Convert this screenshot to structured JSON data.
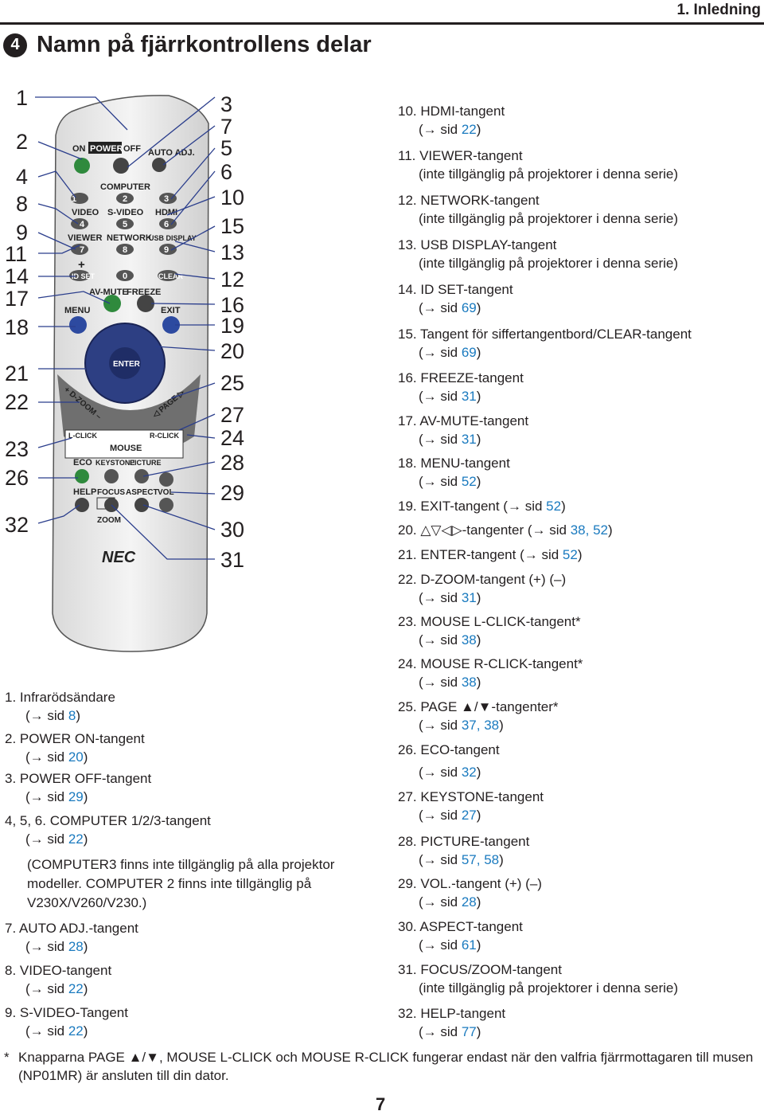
{
  "header": {
    "chapter": "1. Inledning"
  },
  "title": {
    "number": "4",
    "text": "Namn på fjärrkontrollens delar"
  },
  "callouts_left": [
    "1",
    "2",
    "4",
    "8",
    "9",
    "11",
    "14",
    "17",
    "18",
    "21",
    "22",
    "23",
    "26",
    "32"
  ],
  "callouts_right": [
    "3",
    "7",
    "5",
    "6",
    "10",
    "15",
    "13",
    "12",
    "16",
    "19",
    "20",
    "25",
    "27",
    "24",
    "28",
    "29",
    "30",
    "31"
  ],
  "remote": {
    "labels": {
      "on": "ON",
      "power": "POWER",
      "off": "OFF",
      "auto_adj": "AUTO ADJ.",
      "computer": "COMPUTER",
      "k1": "1",
      "k2": "2",
      "k3": "3",
      "video": "VIDEO",
      "svideo": "S-VIDEO",
      "hdmi": "HDMI",
      "k4": "4",
      "k5": "5",
      "k6": "6",
      "viewer": "VIEWER",
      "network": "NETWORK",
      "usb_display": "USB DISPLAY",
      "k7": "7",
      "k8": "8",
      "k9": "9",
      "plus": "+",
      "id_set": "ID SET",
      "k0": "0",
      "clear": "CLEAR",
      "av_mute": "AV-MUTE",
      "freeze": "FREEZE",
      "menu": "MENU",
      "exit": "EXIT",
      "enter": "ENTER",
      "dzoom": "+ D-ZOOM –",
      "page": "◁ PAGE ▷",
      "lclick": "L-CLICK",
      "rclick": "R-CLICK",
      "mouse": "MOUSE",
      "eco": "ECO",
      "keystone": "KEYSTONE",
      "picture": "PICTURE",
      "help": "HELP",
      "focus": "FOCUS",
      "aspect": "ASPECT",
      "vol": "VOL",
      "zoom": "ZOOM",
      "brand": "NEC"
    }
  },
  "left_items": [
    {
      "head": "1.  Infrarödsändare",
      "sub": "(→ sid ",
      "link": "8",
      "tail": ")"
    },
    {
      "head": "2.  POWER ON-tangent",
      "sub": "(→ sid ",
      "link": "20",
      "tail": ")"
    },
    {
      "head": "3.  POWER OFF-tangent",
      "sub": "(→ sid ",
      "link": "29",
      "tail": ")"
    },
    {
      "head": "4, 5, 6. COMPUTER 1/2/3-tangent",
      "sub": "(→ sid ",
      "link": "22",
      "tail": ")"
    },
    {
      "head": "7.  AUTO ADJ.-tangent",
      "sub": "(→ sid ",
      "link": "28",
      "tail": ")"
    },
    {
      "head": "8.  VIDEO-tangent",
      "sub": "(→ sid ",
      "link": "22",
      "tail": ")"
    },
    {
      "head": "9.  S-VIDEO-Tangent",
      "sub": "(→ sid ",
      "link": "22",
      "tail": ")"
    }
  ],
  "computer_note": "(COMPUTER3 finns inte tillgänglig på alla projektor modeller. COMPUTER 2 finns inte tillgänglig på V230X/V260/V230.)",
  "right_items": [
    {
      "head": "10. HDMI-tangent",
      "sub": "(→ sid ",
      "link": "22",
      "tail": ")"
    },
    {
      "head": "11. VIEWER-tangent",
      "sub": "(inte tillgänglig på projektorer i denna serie)"
    },
    {
      "head": "12. NETWORK-tangent",
      "sub": "(inte tillgänglig på projektorer i denna serie)"
    },
    {
      "head": "13. USB DISPLAY-tangent",
      "sub": "(inte tillgänglig på projektorer i denna serie)"
    },
    {
      "head": "14. ID SET-tangent",
      "sub": "(→ sid ",
      "link": "69",
      "tail": ")"
    },
    {
      "head": "15. Tangent för siffertangentbord/CLEAR-tangent",
      "sub": "(→ sid ",
      "link": "69",
      "tail": ")"
    },
    {
      "head": "16. FREEZE-tangent",
      "sub": "(→ sid ",
      "link": "31",
      "tail": ")"
    },
    {
      "head": "17. AV-MUTE-tangent",
      "sub": "(→ sid ",
      "link": "31",
      "tail": ")"
    },
    {
      "head": "18. MENU-tangent",
      "sub": "(→ sid ",
      "link": "52",
      "tail": ")"
    },
    {
      "head": "19. EXIT-tangent (→ sid ",
      "link": "52",
      "tail": ")"
    },
    {
      "head": "20. △▽◁▷-tangenter (→ sid ",
      "link": "38, 52",
      "tail": ")"
    },
    {
      "head": "21. ENTER-tangent (→ sid ",
      "link": "52",
      "tail": ")"
    },
    {
      "head": "22. D-ZOOM-tangent (+) (–)",
      "sub": "(→ sid ",
      "link": "31",
      "tail": ")"
    },
    {
      "head": "23. MOUSE L-CLICK-tangent*",
      "sub": "(→ sid ",
      "link": "38",
      "tail": ")"
    },
    {
      "head": "24. MOUSE R-CLICK-tangent*",
      "sub": "(→ sid ",
      "link": "38",
      "tail": ")"
    },
    {
      "head": "25. PAGE ▲/▼-tangenter*",
      "sub": "(→ sid ",
      "link": "37, 38",
      "tail": ")"
    },
    {
      "head": "26. ECO-tangent",
      "sub": "(→ sid ",
      "link": "32",
      "tail": ")"
    },
    {
      "head": "27. KEYSTONE-tangent",
      "sub": "(→ sid ",
      "link": "27",
      "tail": ")"
    },
    {
      "head": "28. PICTURE-tangent",
      "sub": "(→ sid ",
      "link": "57, 58",
      "tail": ")"
    },
    {
      "head": "29. VOL.-tangent (+) (–)",
      "sub": "(→ sid ",
      "link": "28",
      "tail": ")"
    },
    {
      "head": "30. ASPECT-tangent",
      "sub": "(→ sid ",
      "link": "61",
      "tail": ")"
    },
    {
      "head": "31. FOCUS/ZOOM-tangent",
      "sub": "(inte tillgänglig på projektorer i denna serie)"
    },
    {
      "head": "32. HELP-tangent",
      "sub": "(→ sid ",
      "link": "77",
      "tail": ")"
    }
  ],
  "footnote": {
    "star": "*",
    "text": "Knapparna PAGE ▲/▼, MOUSE L-CLICK och MOUSE R-CLICK fungerar endast när den valfria fjärrmottagaren till musen (NP01MR) är ansluten till din dator."
  },
  "page_number": "7"
}
